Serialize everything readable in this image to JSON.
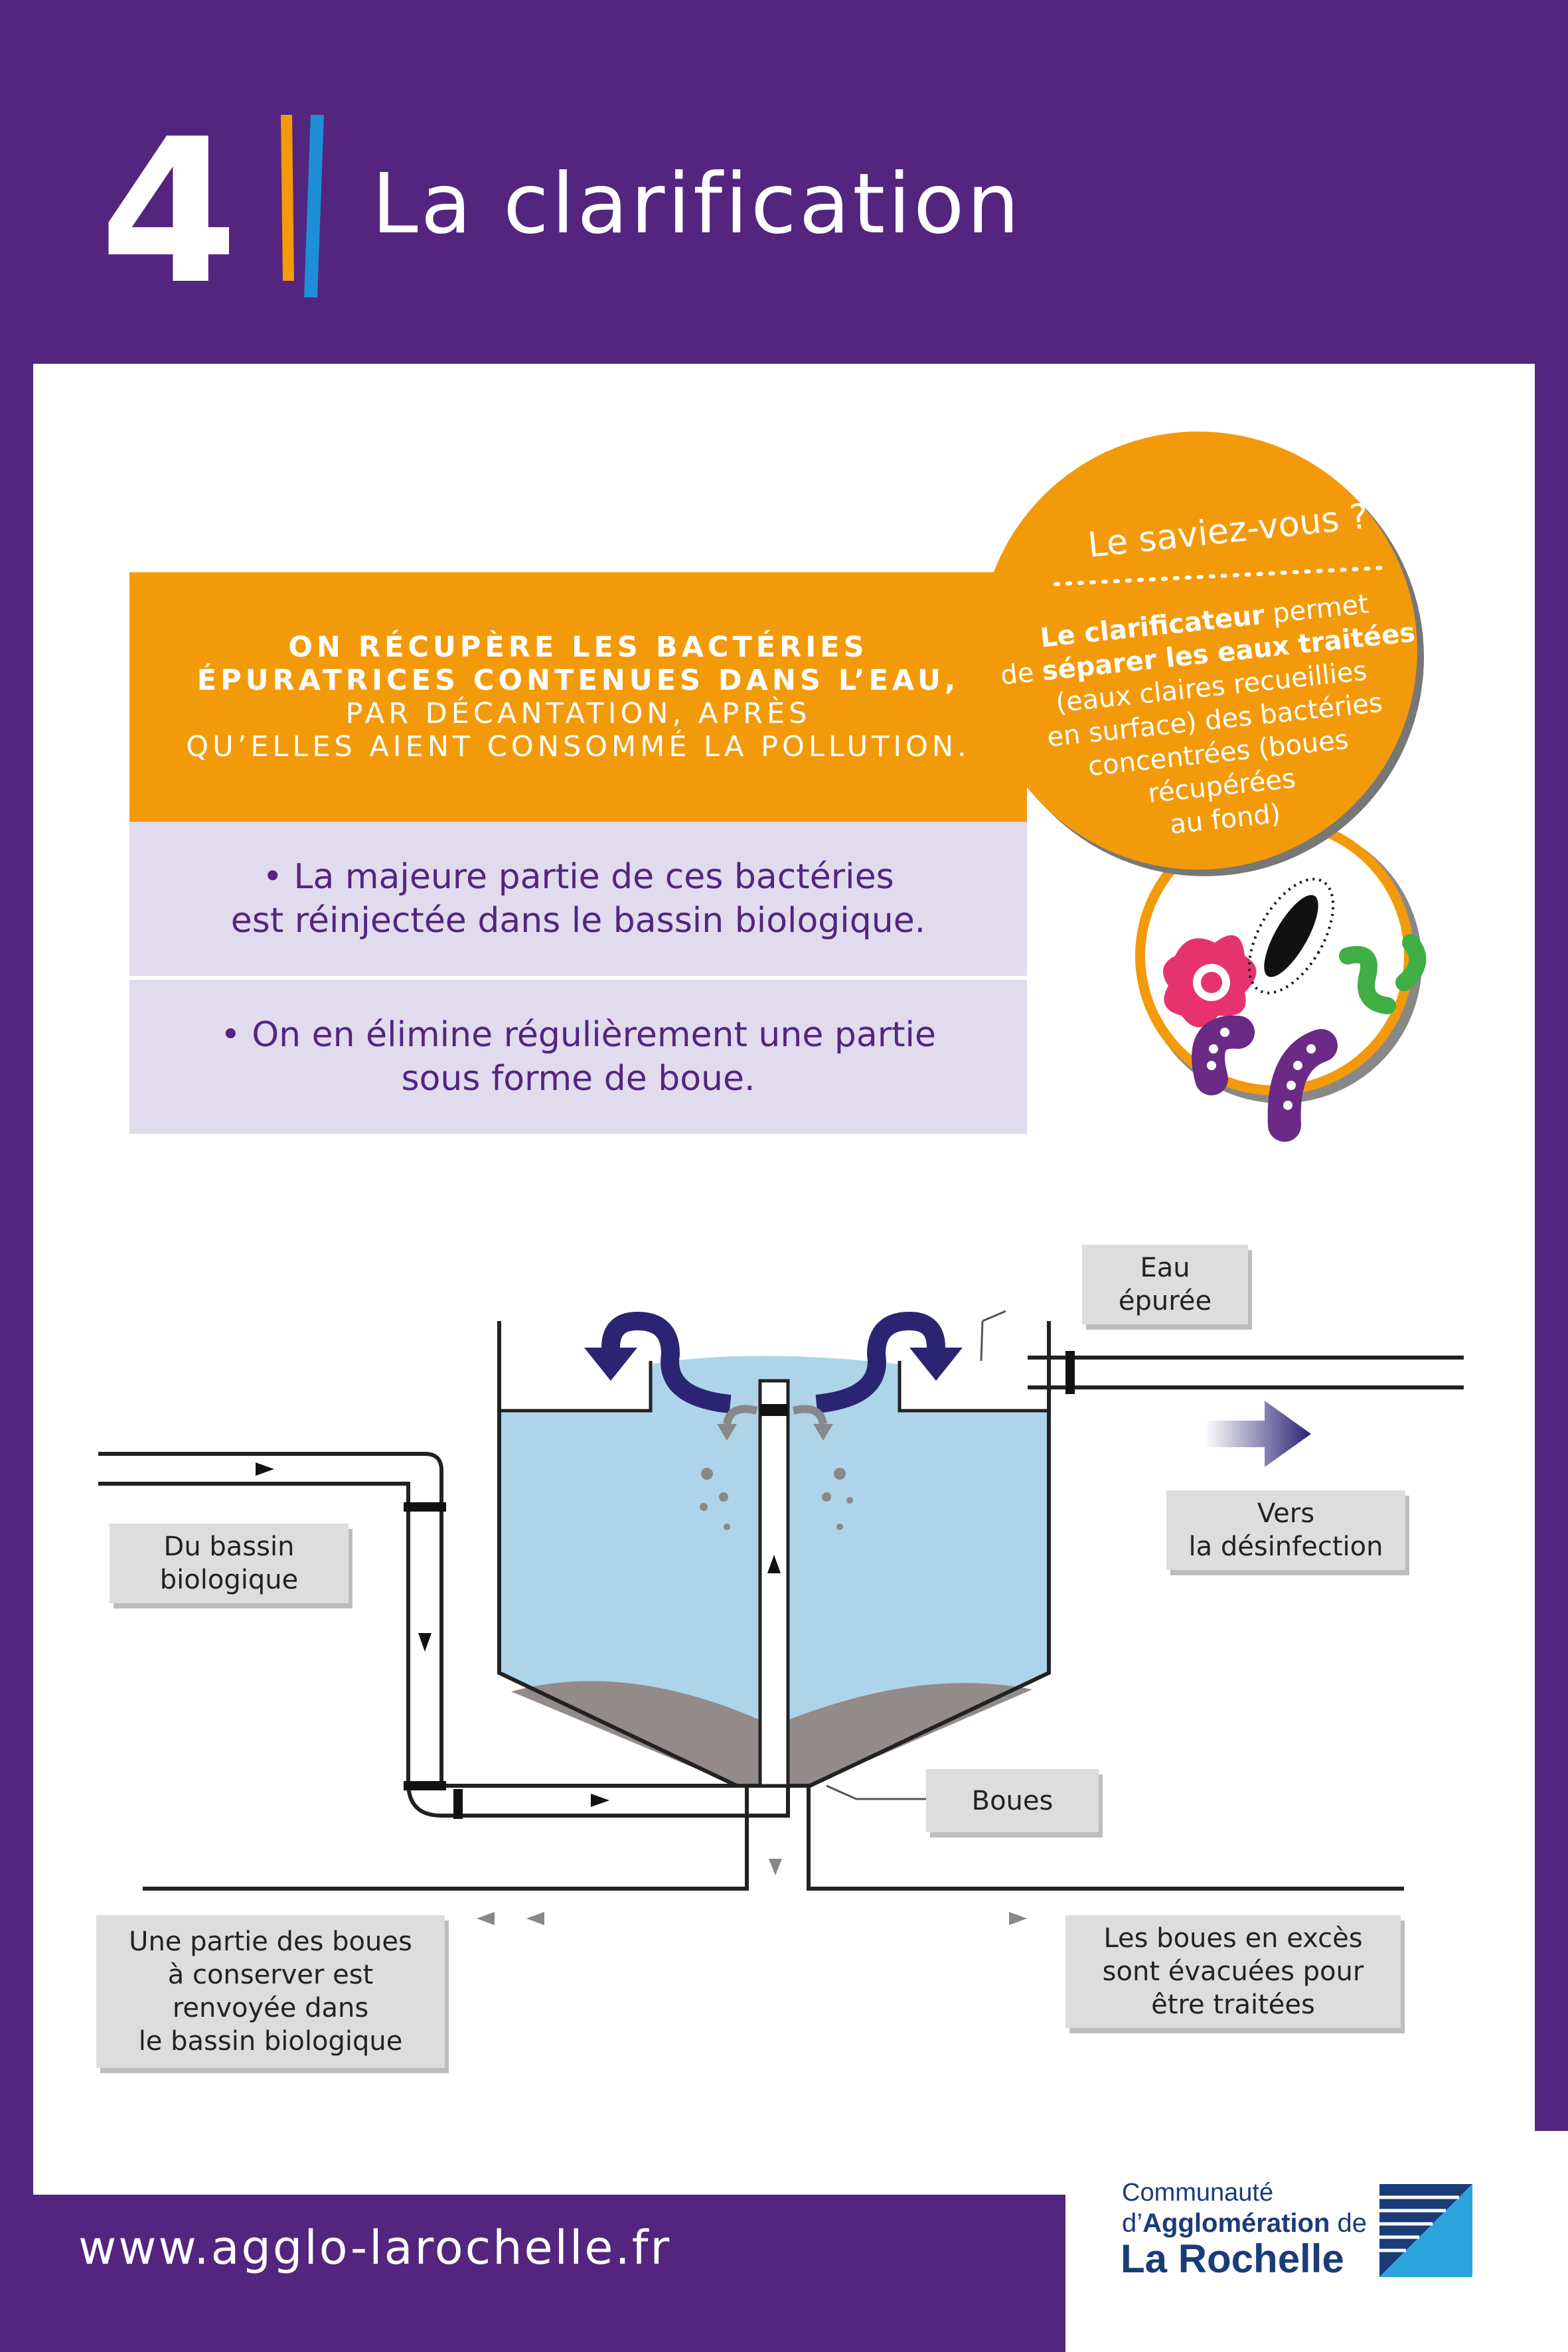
{
  "header": {
    "step_number": "4",
    "title": "La clarification"
  },
  "intro": {
    "bold_line1": "On récupère les bactéries",
    "bold_line2": "épuratrices contenues dans l’eau,",
    "line3": "par décantation, après",
    "line4": "qu’elles aient consommé la pollution."
  },
  "bullets": [
    {
      "line1": "• La majeure partie de ces bactéries",
      "line2": "est réinjectée dans le bassin biologique."
    },
    {
      "line1": "• On en élimine régulièrement une partie",
      "line2": "sous forme de boue."
    }
  ],
  "saviez_vous": {
    "title": "Le saviez-vous ?",
    "b1": "Le clarificateur",
    "t1": " permet",
    "t2": "de ",
    "b2": "séparer les eaux traitées",
    "t3": "(eaux claires recueillies",
    "t4": "en surface) des bactéries",
    "t5": "concentrées (boues",
    "t6": "récupérées",
    "t7": "au fond)"
  },
  "diagram": {
    "eau_epuree": [
      "Eau",
      "épurée"
    ],
    "vers_desinfection": [
      "Vers",
      "la désinfection"
    ],
    "du_bassin": [
      "Du bassin",
      "biologique"
    ],
    "boues": "Boues",
    "boues_conservees": [
      "Une partie des boues",
      "à conserver est",
      "renvoyée dans",
      "le bassin biologique"
    ],
    "boues_exces": [
      "Les boues en excès",
      "sont évacuées pour",
      "être traitées"
    ]
  },
  "footer": {
    "url": "www.agglo-larochelle.fr",
    "logo_line1": "Communauté",
    "logo_line2a": "d’",
    "logo_line2b": "Agglomération",
    "logo_line2c": " de",
    "logo_line3": "La Rochelle"
  },
  "colors": {
    "purple": "#53257f",
    "orange": "#f39a0a",
    "lavender": "#e1dbee",
    "water": "#aed4ea",
    "dark_blue": "#2b2473"
  }
}
